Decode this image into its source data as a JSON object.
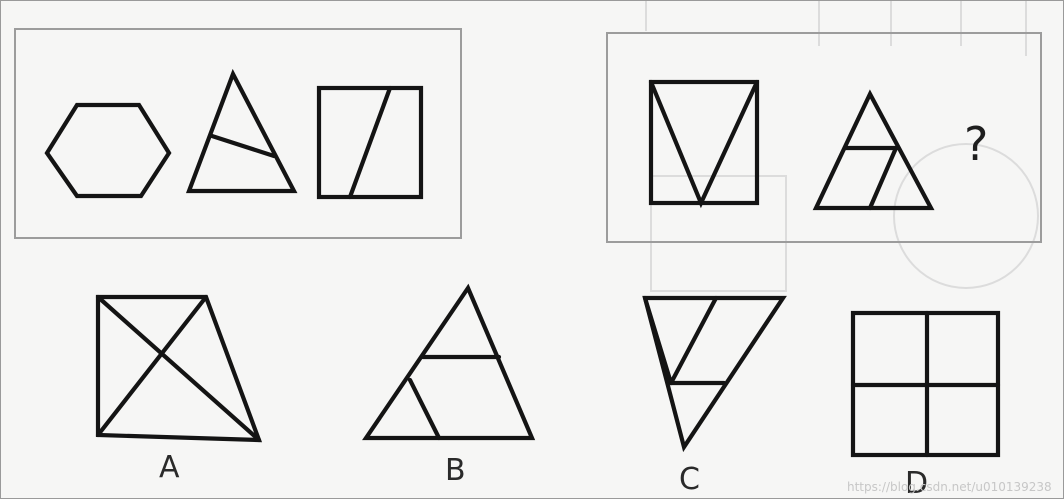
{
  "puzzle": {
    "question_mark": "?",
    "options": [
      {
        "label": "A",
        "shape": "quadrilateral-with-diagonals"
      },
      {
        "label": "B",
        "shape": "triangle-divided"
      },
      {
        "label": "C",
        "shape": "inverted-triangle-divided"
      },
      {
        "label": "D",
        "shape": "square-four-quadrants"
      }
    ]
  },
  "watermark": {
    "text": "https://blog.csdn.net/u010139238"
  },
  "colors": {
    "ink": "#141414",
    "frame": "#9c9c9c",
    "background": "#f6f6f5"
  }
}
